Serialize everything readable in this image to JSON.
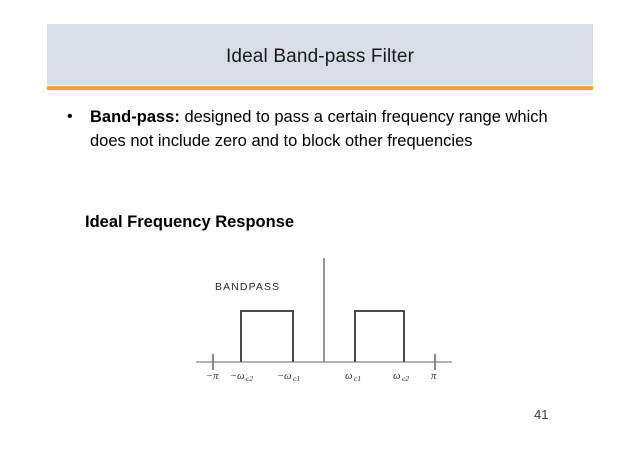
{
  "slide": {
    "title": "Ideal Band-pass Filter",
    "page_number": "41",
    "accent_color": "#f9a12e",
    "title_band_color": "#d8dde8"
  },
  "bullets": [
    {
      "marker": "•",
      "lead": "Band-pass:",
      "text": " designed to pass a certain frequency range which does not include zero and to block other frequencies"
    }
  ],
  "sub_heading": "Ideal Frequency Response",
  "figure": {
    "caption": "BANDPASS",
    "axis_labels": {
      "neg_pi": "−π",
      "neg_wc2_sign": "−",
      "neg_wc2_sym": "ω",
      "neg_wc2_sub": "c2",
      "neg_wc1_sign": "−",
      "neg_wc1_sym": "ω",
      "neg_wc1_sub": "c1",
      "pos_wc1_sym": "ω",
      "pos_wc1_sub": "c1",
      "pos_wc2_sym": "ω",
      "pos_wc2_sub": "c2",
      "pos_pi": "π"
    }
  }
}
